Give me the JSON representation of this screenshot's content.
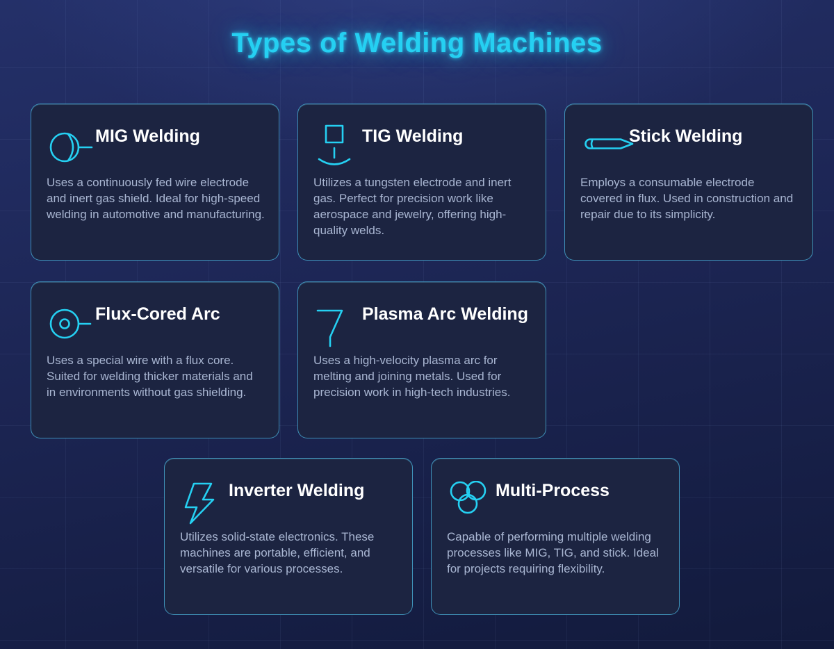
{
  "page": {
    "title": "Types of Welding Machines"
  },
  "theme": {
    "accent": "#25d0f2",
    "card_bg": "#1c2441",
    "card_border": "#3a9cc4",
    "text_primary": "#ffffff",
    "text_secondary": "#a9b6d2",
    "bg_top": "#243069",
    "bg_bottom": "#121a3c"
  },
  "cards": [
    {
      "icon": "mig-wire-feed-icon",
      "title": "MIG Welding",
      "description": "Uses a continuously fed wire electrode and inert gas shield. Ideal for high-speed welding in automotive and manufacturing."
    },
    {
      "icon": "tig-electrode-icon",
      "title": "TIG Welding",
      "description": "Utilizes a tungsten electrode and inert gas. Perfect for precision work like aerospace and jewelry, offering high-quality welds."
    },
    {
      "icon": "stick-electrode-icon",
      "title": "Stick Welding",
      "description": "Employs a consumable electrode covered in flux. Used in construction and repair due to its simplicity."
    },
    {
      "icon": "flux-core-wire-icon",
      "title": "Flux-Cored Arc",
      "description": "Uses a special wire with a flux core. Suited for welding thicker materials and in environments without gas shielding."
    },
    {
      "icon": "plasma-nozzle-icon",
      "title": "Plasma Arc Welding",
      "description": "Uses a high-velocity plasma arc for melting and joining metals. Used for precision work in high-tech industries."
    },
    {
      "icon": "lightning-bolt-icon",
      "title": "Inverter Welding",
      "description": "Utilizes solid-state electronics. These machines are portable, efficient, and versatile for various processes."
    },
    {
      "icon": "overlapping-circles-icon",
      "title": "Multi-Process",
      "description": "Capable of performing multiple welding processes like MIG, TIG, and stick. Ideal for projects requiring flexibility."
    }
  ]
}
